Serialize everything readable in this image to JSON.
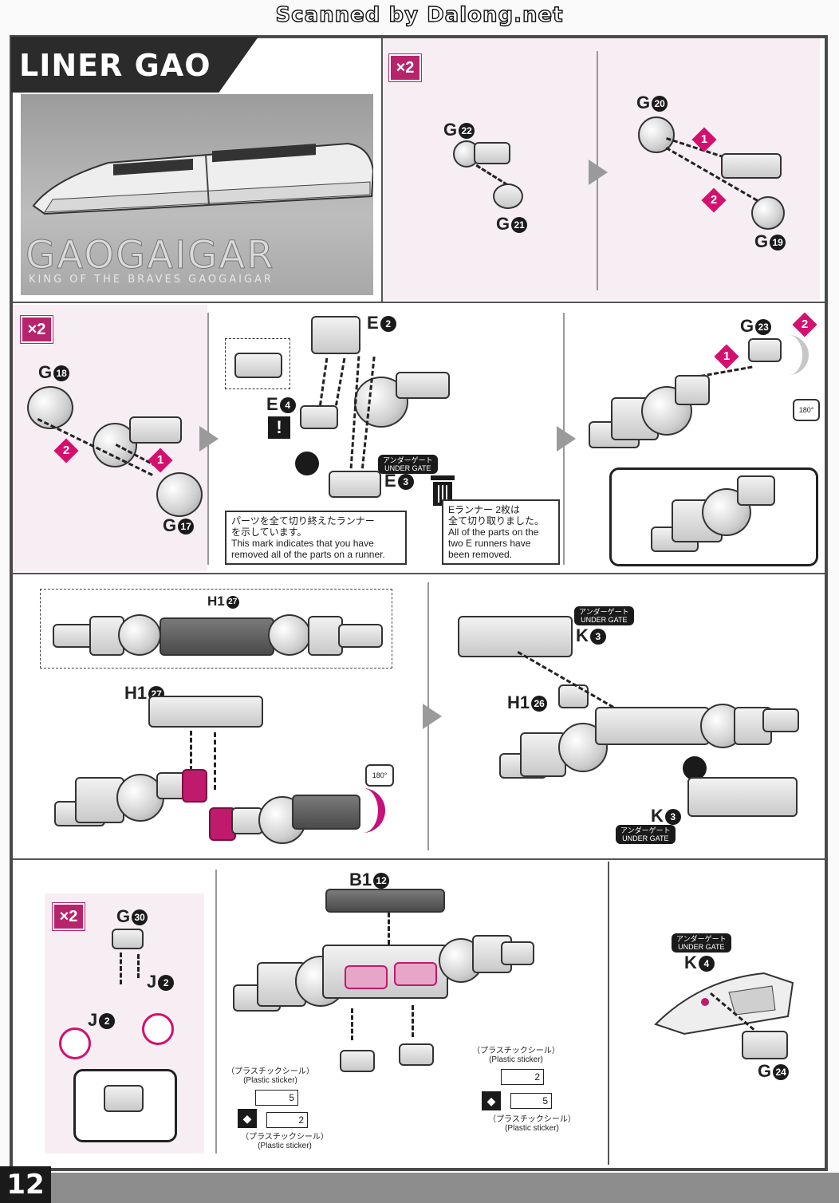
{
  "header": {
    "scan_credit": "Scanned by Dalong.net"
  },
  "section1": {
    "title": "LINER GAO",
    "logo_main": "GAOGAIGAR",
    "logo_sub": "KING OF THE BRAVES GAOGAIGAR",
    "panel2": {
      "multiplier": "×2",
      "parts": [
        "G",
        "G"
      ],
      "nums": [
        "22",
        "21"
      ]
    },
    "panel3": {
      "parts": [
        "G",
        "G"
      ],
      "nums": [
        "20",
        "19"
      ],
      "steps": [
        "1",
        "2"
      ]
    }
  },
  "section2": {
    "panel1": {
      "multiplier": "×2",
      "parts": [
        "G",
        "G"
      ],
      "nums": [
        "18",
        "17"
      ],
      "steps": [
        "1",
        "2"
      ]
    },
    "panel2": {
      "parts": [
        "E",
        "E",
        "E"
      ],
      "nums": [
        "2",
        "4",
        "3"
      ],
      "under_gate_jp": "アンダーゲート",
      "under_gate_en": "UNDER GATE",
      "note_left": [
        "パーツを全て切り終えたランナー",
        "を示しています。",
        "This mark indicates that you have",
        "removed all of the parts on a runner."
      ],
      "note_right": [
        "Eランナー 2枚は",
        "全て切り取りました。",
        "All of the parts on the",
        "two E runners have",
        "been removed."
      ]
    },
    "panel3": {
      "parts": [
        "G"
      ],
      "nums": [
        "23"
      ],
      "steps": [
        "1",
        "2"
      ],
      "rotate_label": "180°"
    }
  },
  "section3": {
    "panel1": {
      "parts": [
        "H1",
        "H1"
      ],
      "nums": [
        "27",
        "27"
      ],
      "rotate_label": "180°"
    },
    "panel2": {
      "parts": [
        "K",
        "H1",
        "K"
      ],
      "nums": [
        "3",
        "26",
        "3"
      ],
      "under_gate_jp": "アンダーゲート",
      "under_gate_en": "UNDER GATE"
    }
  },
  "section4": {
    "panel1": {
      "multiplier": "×2",
      "parts": [
        "G",
        "J",
        "J"
      ],
      "nums": [
        "30",
        "2",
        "2"
      ]
    },
    "panel2": {
      "parts": [
        "B1"
      ],
      "nums": [
        "12"
      ],
      "sticker_jp": "（プラスチックシール）",
      "sticker_en": "(Plastic sticker)",
      "sticker_left_top": "5",
      "sticker_left_bottom": "2",
      "sticker_right_top": "2",
      "sticker_right_bottom": "5"
    },
    "panel3": {
      "parts": [
        "K",
        "G"
      ],
      "nums": [
        "4",
        "24"
      ],
      "under_gate_jp": "アンダーゲート",
      "under_gate_en": "UNDER GATE"
    }
  },
  "footer": {
    "page_number": "12"
  }
}
